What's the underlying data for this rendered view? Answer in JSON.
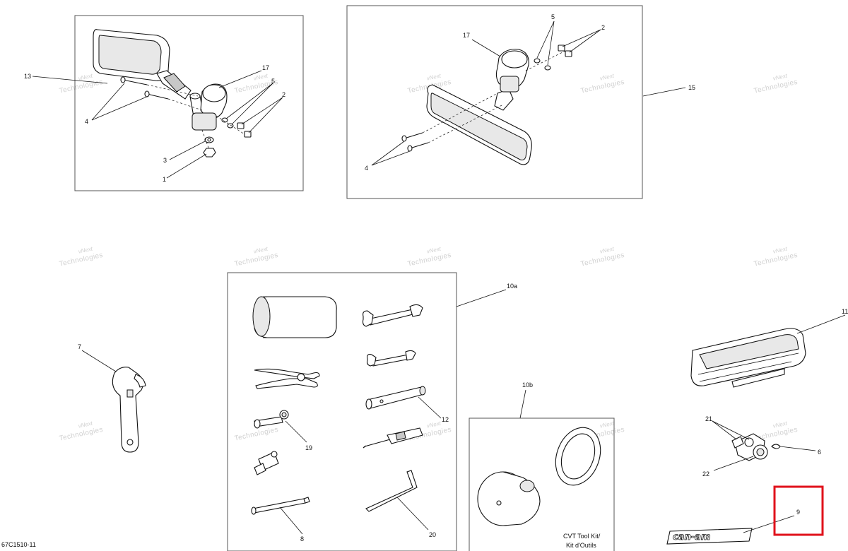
{
  "diagram_code": "67C1510-11",
  "brand": "can-am",
  "highlight_color": "#e0121b",
  "cvt_kit": {
    "line1": "CVT Tool Kit/",
    "line2": "Kit d'Outils"
  },
  "watermark": {
    "line1": "vNext",
    "line2": "Technologies"
  },
  "callouts": {
    "c1": "1",
    "c2a": "2",
    "c2b": "2",
    "c3": "3",
    "c4a": "4",
    "c4b": "4",
    "c5a": "5",
    "c5b": "5",
    "c6": "6",
    "c7": "7",
    "c8": "8",
    "c9": "9",
    "c10a": "10a",
    "c10b": "10b",
    "c11": "11",
    "c12": "12",
    "c13": "13",
    "c15": "15",
    "c17a": "17",
    "c17b": "17",
    "c19": "19",
    "c20": "20",
    "c21": "21",
    "c22": "22"
  }
}
